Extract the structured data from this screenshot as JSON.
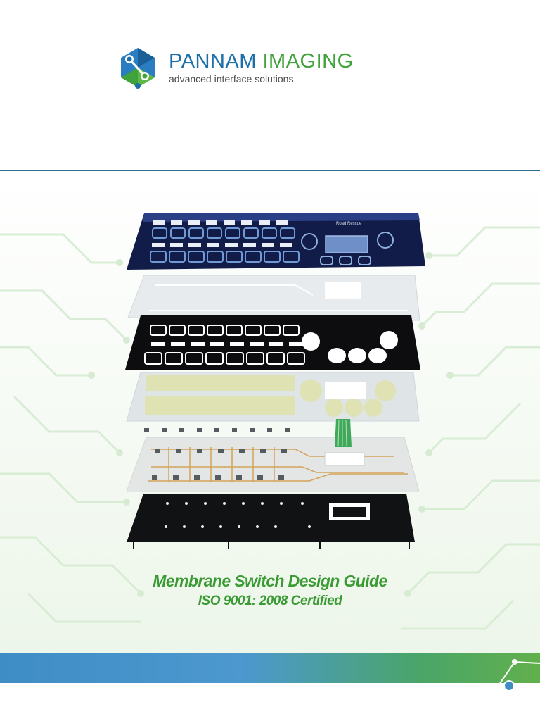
{
  "logo": {
    "brand_part1": "PANNAM",
    "brand_part2": "IMAGING",
    "tagline": "advanced interface solutions",
    "colors": {
      "blue": "#1e6fa8",
      "green": "#3fa23a"
    }
  },
  "cover": {
    "title": "Membrane Switch Design Guide",
    "subtitle": "ISO 9001: 2008 Certified",
    "title_color": "#3a9a33"
  },
  "illustration": {
    "panel_brand": "Road Rescue"
  },
  "footer": {
    "band_colors": [
      "#3f8dc5",
      "#62b04c"
    ]
  }
}
